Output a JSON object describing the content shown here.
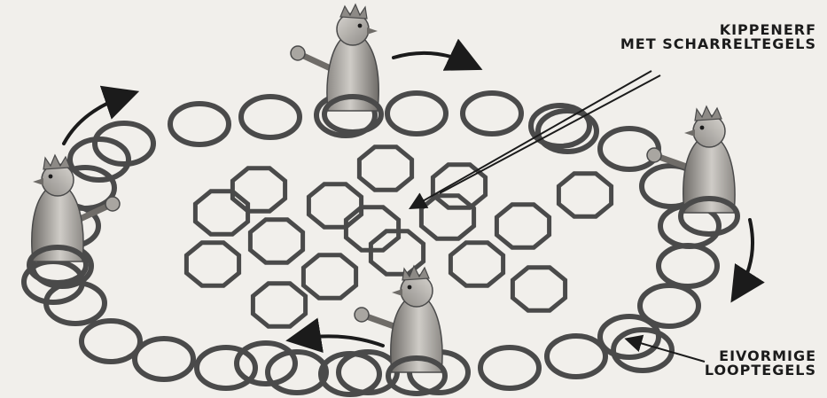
{
  "labels": {
    "coop": {
      "line1": "KIPPENERF",
      "line2": "MET SCHARRELTEGELS"
    },
    "path": {
      "line1": "EIVORMIGE",
      "line2": "LOOPTEGELS"
    }
  },
  "colors": {
    "background": "#f1efeb",
    "tile_stroke": "#4a4a4a",
    "ink": "#1b1b1b",
    "chicken_body": "#b9b6b1",
    "chicken_shade": "#6f6c68"
  },
  "board": {
    "egg_tile_count": 31,
    "octagon_tile_count": 16,
    "chicken_count": 4
  }
}
